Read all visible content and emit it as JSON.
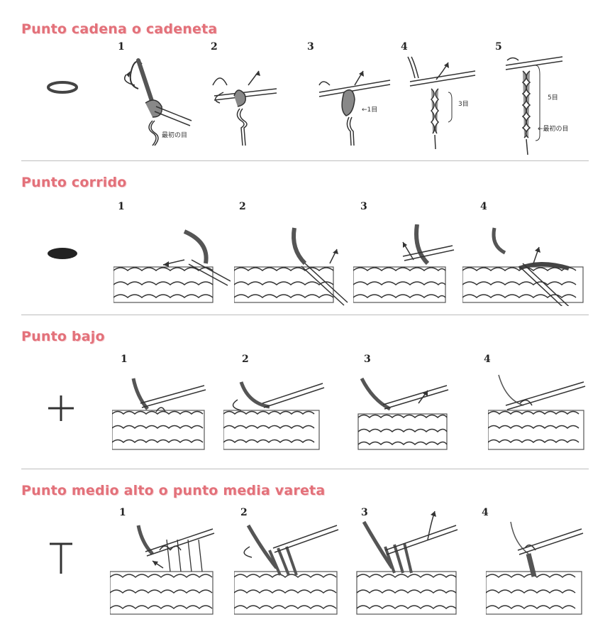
{
  "colors": {
    "title": "#e3717a",
    "title_shadow": "#f6d2d6",
    "divider": "#bdbdbd",
    "ink": "#333333"
  },
  "sections": [
    {
      "title": "Punto cadena o cadeneta",
      "symbol": "chain-oval-symbol",
      "steps": [
        "1",
        "2",
        "3",
        "4",
        "5"
      ],
      "labels": {
        "first_stitch_a": "最初の目",
        "one_stitch": "←1目",
        "three_stitches": "3目",
        "five_stitches": "5目",
        "first_stitch_b": "←最初の目"
      }
    },
    {
      "title": "Punto corrido",
      "symbol": "filled-oval-symbol",
      "steps": [
        "1",
        "2",
        "3",
        "4"
      ]
    },
    {
      "title": "Punto bajo",
      "symbol": "plus-symbol",
      "steps": [
        "1",
        "2",
        "3",
        "4"
      ]
    },
    {
      "title": "Punto medio alto o punto media vareta",
      "symbol": "t-symbol",
      "steps": [
        "1",
        "2",
        "3",
        "4"
      ]
    }
  ]
}
